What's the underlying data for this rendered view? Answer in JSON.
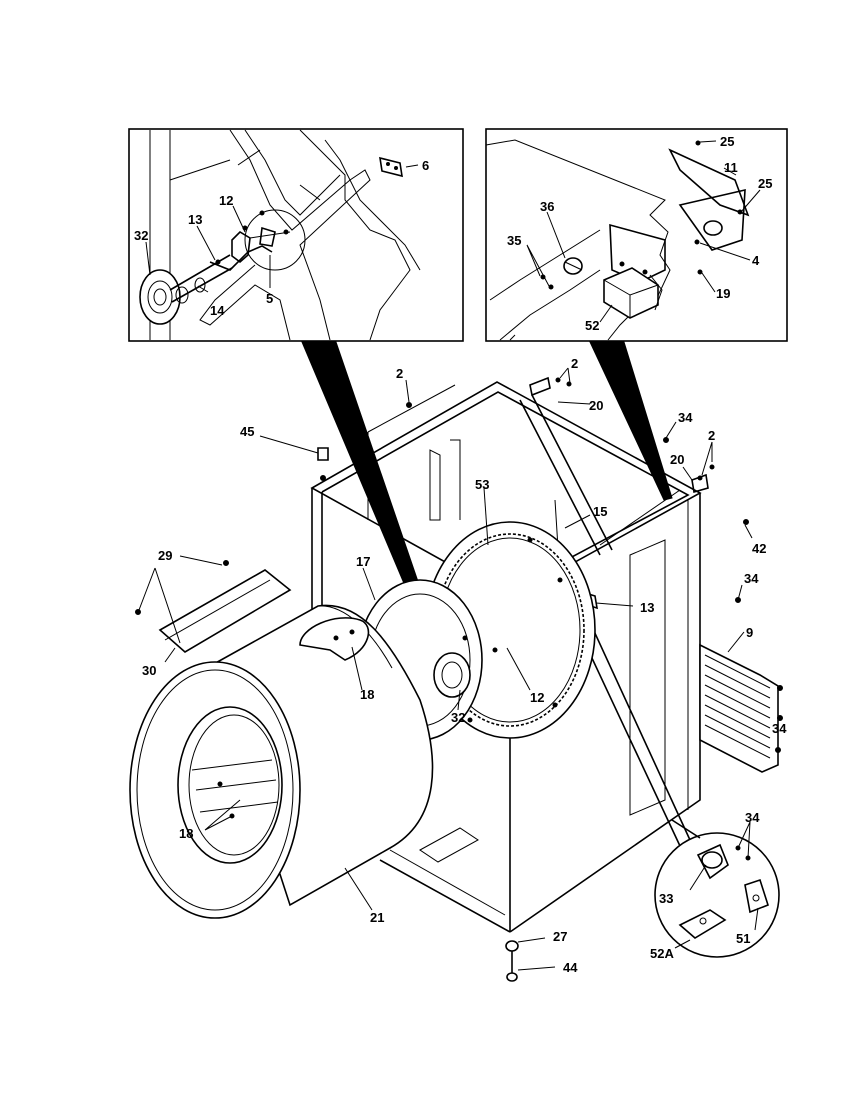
{
  "callouts": [
    {
      "id": "c-6",
      "text": "6"
    },
    {
      "id": "c-12a",
      "text": "12"
    },
    {
      "id": "c-13a",
      "text": "13"
    },
    {
      "id": "c-32a",
      "text": "32"
    },
    {
      "id": "c-14",
      "text": "14"
    },
    {
      "id": "c-5",
      "text": "5"
    },
    {
      "id": "c-25a",
      "text": "25"
    },
    {
      "id": "c-11",
      "text": "11"
    },
    {
      "id": "c-25b",
      "text": "25"
    },
    {
      "id": "c-36",
      "text": "36"
    },
    {
      "id": "c-35",
      "text": "35"
    },
    {
      "id": "c-4",
      "text": "4"
    },
    {
      "id": "c-19",
      "text": "19"
    },
    {
      "id": "c-52",
      "text": "52"
    },
    {
      "id": "c-2a",
      "text": "2"
    },
    {
      "id": "c-2b",
      "text": "2"
    },
    {
      "id": "c-20a",
      "text": "20"
    },
    {
      "id": "c-45",
      "text": "45"
    },
    {
      "id": "c-34a",
      "text": "34"
    },
    {
      "id": "c-2c",
      "text": "2"
    },
    {
      "id": "c-20b",
      "text": "20"
    },
    {
      "id": "c-53",
      "text": "53"
    },
    {
      "id": "c-15",
      "text": "15"
    },
    {
      "id": "c-42",
      "text": "42"
    },
    {
      "id": "c-29",
      "text": "29"
    },
    {
      "id": "c-17",
      "text": "17"
    },
    {
      "id": "c-34b",
      "text": "34"
    },
    {
      "id": "c-13b",
      "text": "13"
    },
    {
      "id": "c-9",
      "text": "9"
    },
    {
      "id": "c-30",
      "text": "30"
    },
    {
      "id": "c-18a",
      "text": "18"
    },
    {
      "id": "c-12b",
      "text": "12"
    },
    {
      "id": "c-32b",
      "text": "32"
    },
    {
      "id": "c-34c",
      "text": "34"
    },
    {
      "id": "c-18b",
      "text": "18"
    },
    {
      "id": "c-34d",
      "text": "34"
    },
    {
      "id": "c-33",
      "text": "33"
    },
    {
      "id": "c-21",
      "text": "21"
    },
    {
      "id": "c-51",
      "text": "51"
    },
    {
      "id": "c-27",
      "text": "27"
    },
    {
      "id": "c-52A",
      "text": "52A"
    },
    {
      "id": "c-44",
      "text": "44"
    }
  ]
}
